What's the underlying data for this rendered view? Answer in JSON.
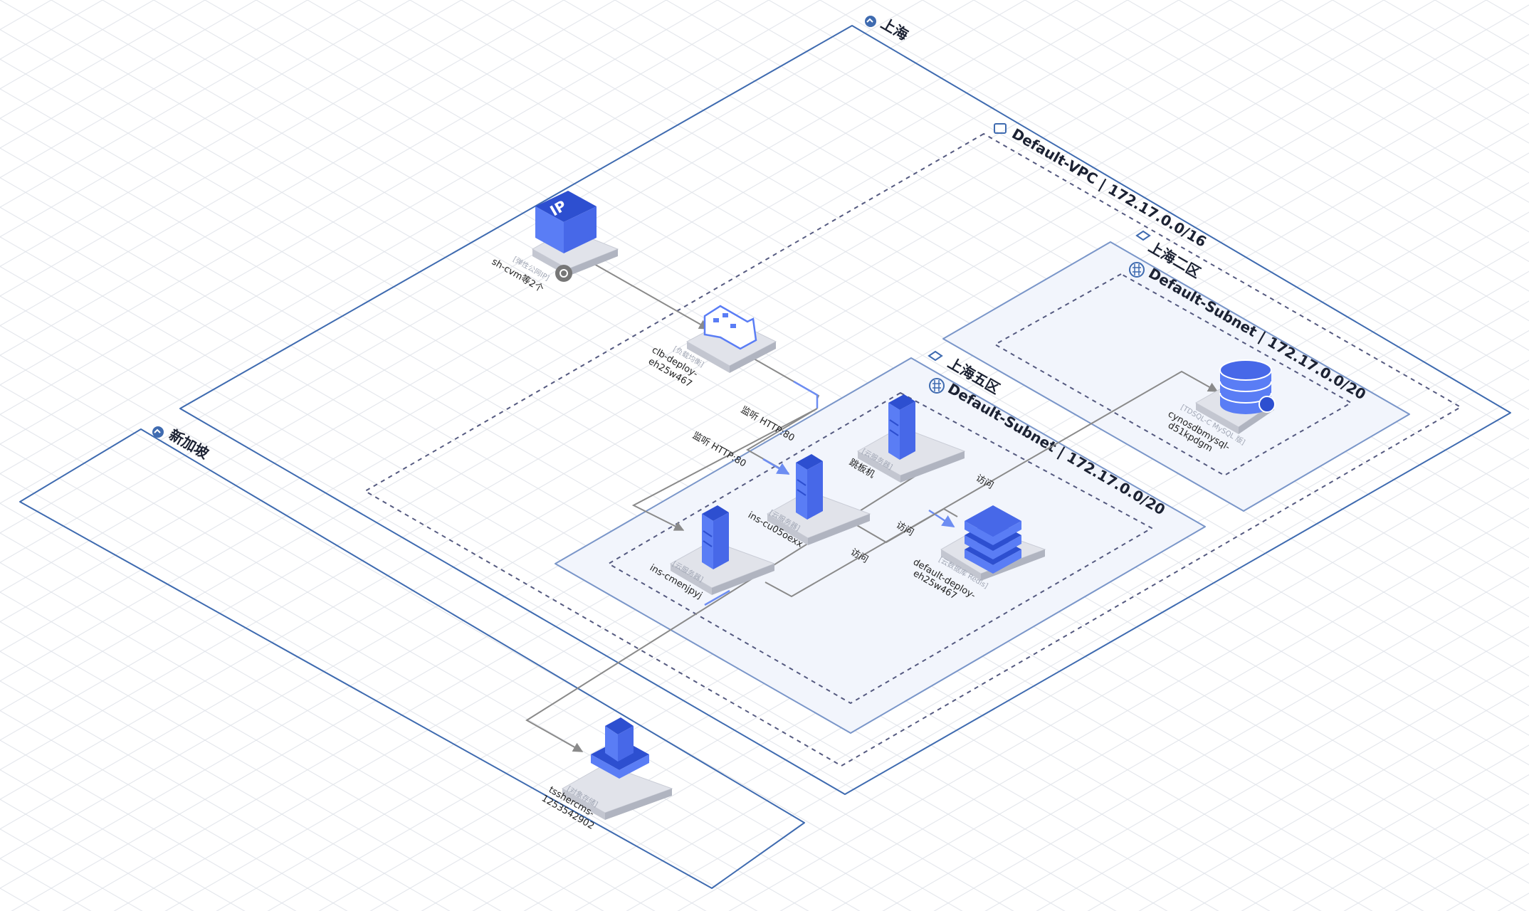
{
  "regions": {
    "shanghai": {
      "label": "上海"
    },
    "singapore": {
      "label": "新加坡"
    }
  },
  "vpc": {
    "label": "Default-VPC | 172.17.0.0/16"
  },
  "zones": {
    "sh2": {
      "label": "上海二区",
      "subnet": "Default-Subnet | 172.17.0.0/20"
    },
    "sh5": {
      "label": "上海五区",
      "subnet": "Default-Subnet | 172.17.0.0/20"
    }
  },
  "nodes": {
    "eip": {
      "tag": "[弹性公网IP]",
      "name": "sh-cvm等2个"
    },
    "clb": {
      "tag": "[负载均衡]",
      "name1": "clb-deploy-",
      "name2": "eh25w467"
    },
    "cvm_jump": {
      "tag": "[云服务器]",
      "name": "跳板机"
    },
    "cvm_mid": {
      "tag": "[云服务器]",
      "name": "ins-cu05oexx"
    },
    "cvm_left": {
      "tag": "[云服务器]",
      "name": "ins-cmenjpyj"
    },
    "redis": {
      "tag": "[云数据库 Redis]",
      "name1": "default-deploy-",
      "name2": "eh25w467"
    },
    "mysql": {
      "tag": "[TDSQL-C MySQL 版]",
      "name1": "cynosdbmysql-",
      "name2": "d51kpdgm"
    },
    "cos": {
      "tag": "[对象存储]",
      "name1": "tsshercms-",
      "name2": "1253542902"
    }
  },
  "edges": {
    "listen1": "监听 HTTP:80",
    "listen2": "监听 HTTP:80",
    "access1": "访问",
    "access2": "访问",
    "access3": "访问"
  },
  "colors": {
    "region_border": "#3f6bb0",
    "zone_fill": "#f2f5fc",
    "zone_border": "#7a96c9",
    "dashed": "#555a80",
    "node_blue": "#5a7df5",
    "node_dark": "#2d4fd0",
    "edge_gray": "#8a8a8a",
    "edge_blue": "#6d8df2"
  }
}
